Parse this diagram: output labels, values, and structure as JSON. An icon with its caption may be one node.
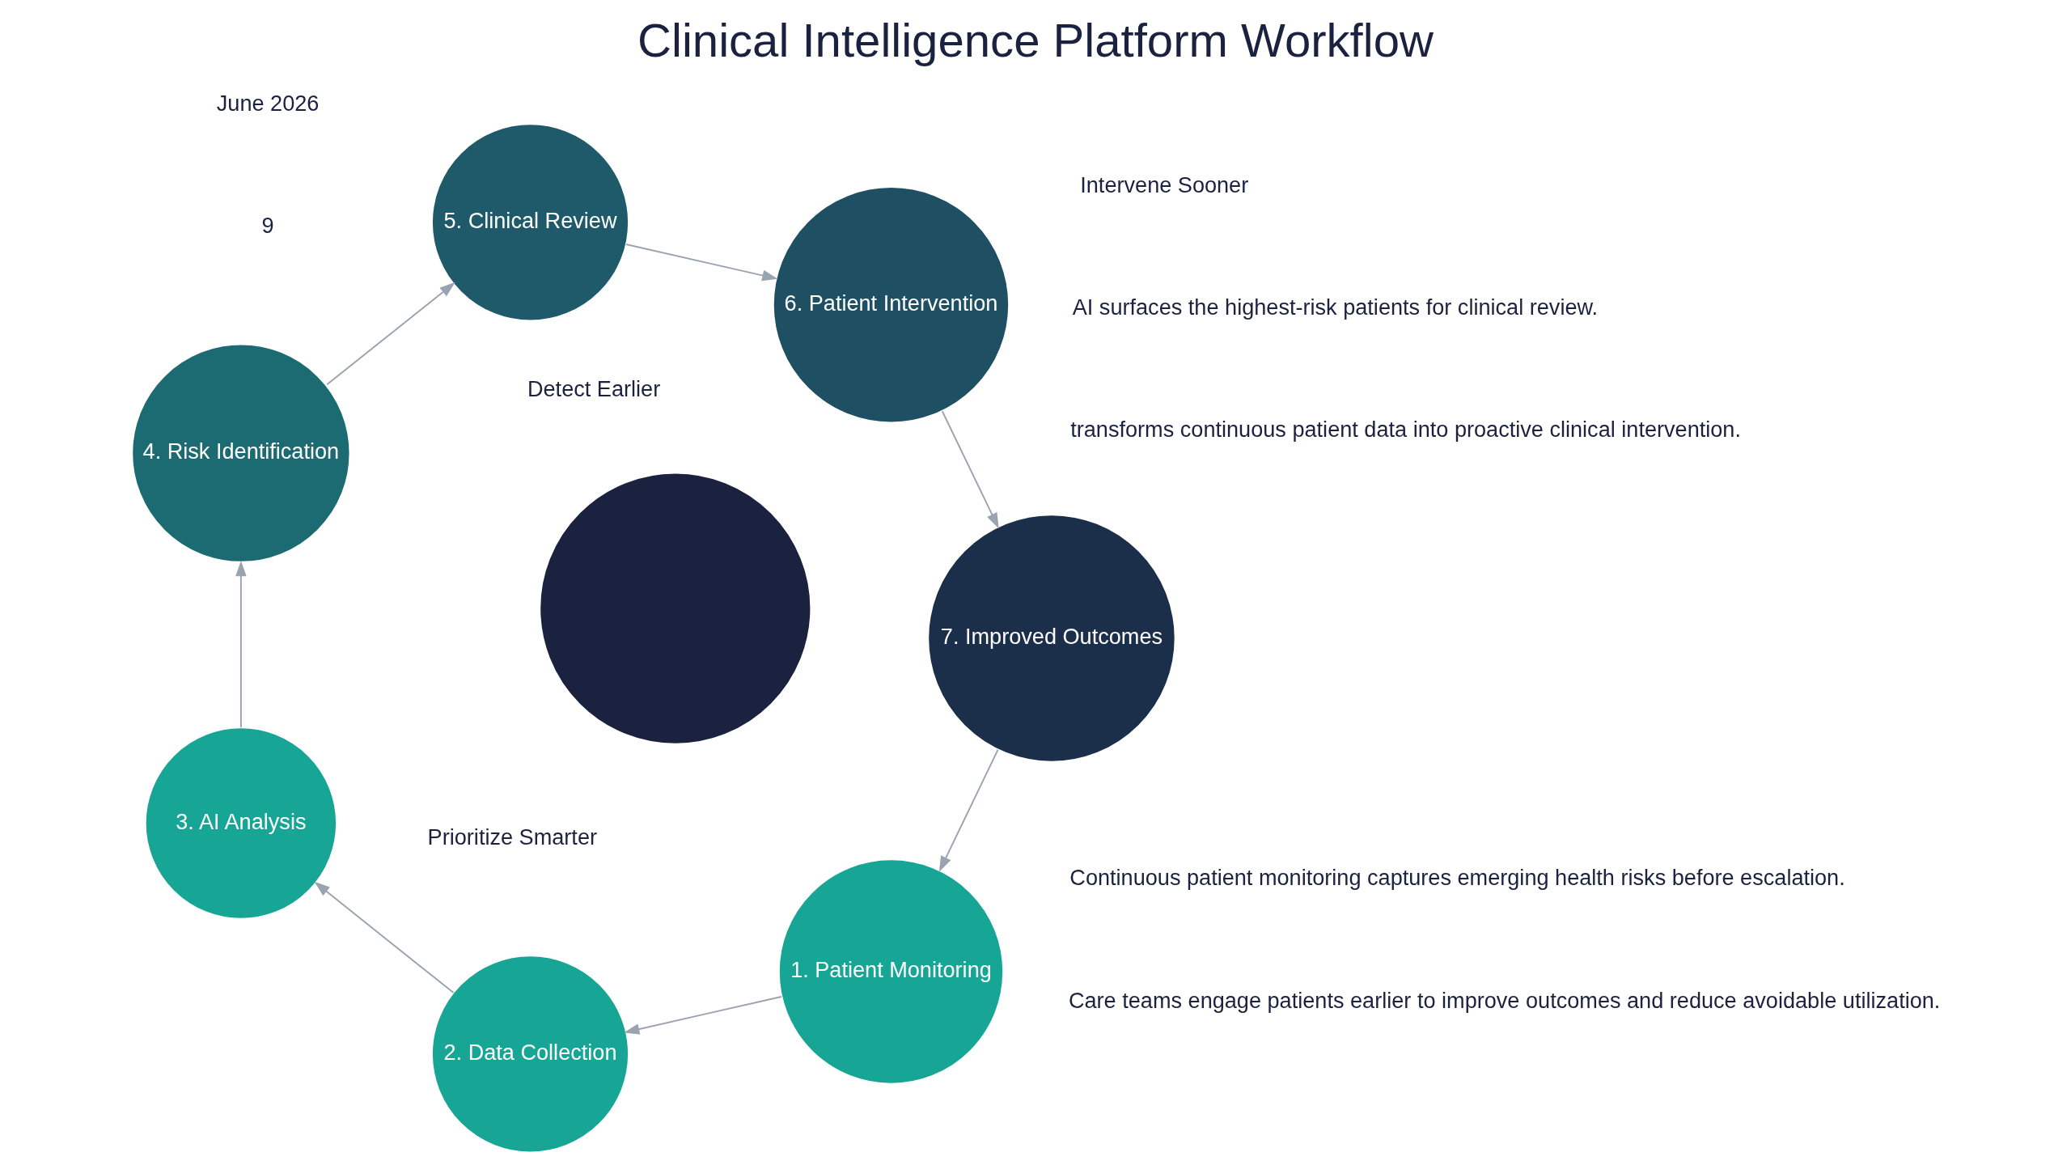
{
  "diagram": {
    "title": "Clinical Intelligence Platform Workflow",
    "nodes": [
      {
        "text": [
          "1. Patient Monitoring"
        ]
      },
      {
        "text": [
          "2. Data Collection"
        ]
      },
      {
        "text": [
          "3. AI Analysis"
        ]
      },
      {
        "text": [
          "4. Risk Identification"
        ]
      },
      {
        "text": [
          "5. Clinical Review"
        ]
      },
      {
        "text": [
          "6. Patient Intervention"
        ]
      },
      {
        "text": [
          "7. Improved Outcomes"
        ]
      },
      {
        "text": [],
        "shape": "circle"
      }
    ],
    "edges": [
      {
        "from": 6,
        "to": 0,
        "arrow": "to"
      },
      {
        "from": 0,
        "to": 1,
        "arrow": "to"
      },
      {
        "from": 1,
        "to": 2,
        "arrow": "to"
      },
      {
        "from": 2,
        "to": 3,
        "arrow": "to"
      },
      {
        "from": 3,
        "to": 4,
        "arrow": "to"
      },
      {
        "from": 4,
        "to": 5,
        "arrow": "to"
      },
      {
        "from": 5,
        "to": 6,
        "arrow": "to"
      }
    ],
    "labels": [
      "transforms continuous patient data into proactive clinical intervention.",
      "Detect Earlier",
      "Continuous patient monitoring captures emerging health risks before escalation.",
      "Prioritize Smarter",
      "AI surfaces the highest-risk patients for clinical review.",
      "Intervene Sooner",
      "Care teams engage patients earlier to improve outcomes and reduce avoidable utilization.",
      "June 2026",
      "9"
    ]
  }
}
